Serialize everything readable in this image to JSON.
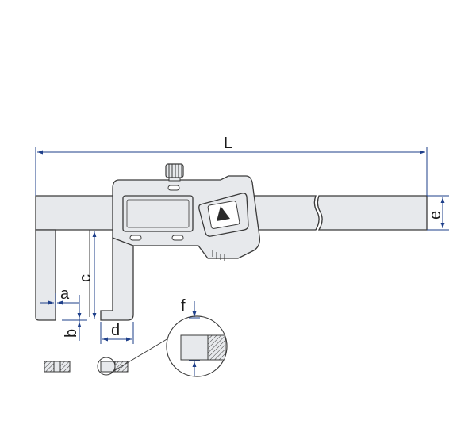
{
  "labels": {
    "L": "L",
    "e": "e",
    "a": "a",
    "b": "b",
    "c": "c",
    "d": "d",
    "f": "f"
  },
  "colors": {
    "dimension": "#1e3f8a",
    "outline": "#3a3a3a",
    "fill": "#e7e9ec",
    "hatch_fill": "#ffffff"
  },
  "icons": {
    "mode_button": "play-triangle-icon",
    "thumb_wheel": "knurled-wheel-icon"
  }
}
